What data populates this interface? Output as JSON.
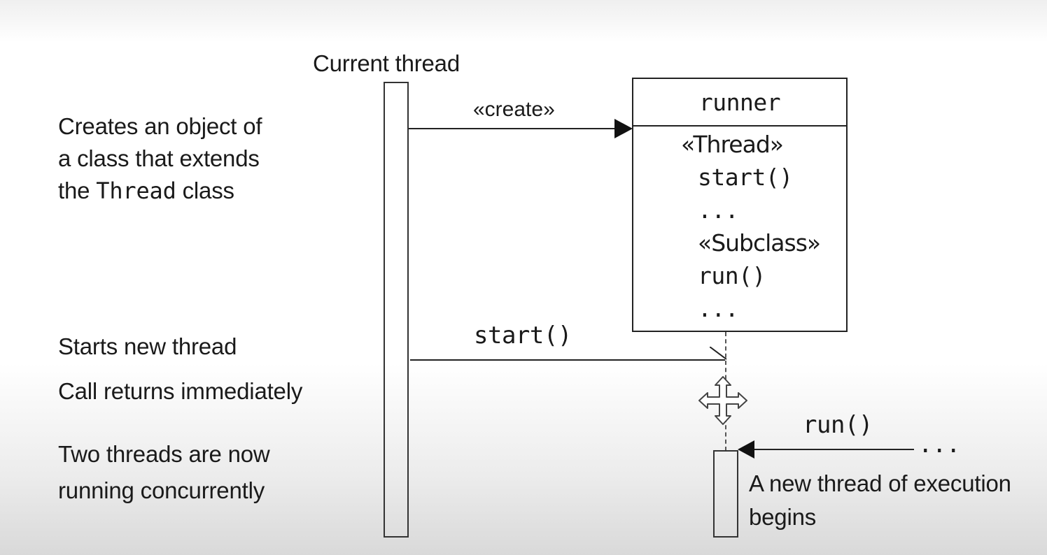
{
  "lifeline_label": "Current thread",
  "annotations": {
    "create_desc": [
      "Creates an object of",
      "a class that extends"
    ],
    "create_desc_line3_prefix": "the ",
    "create_desc_line3_code": "Thread",
    "create_desc_line3_suffix": " class",
    "starts": "Starts new thread",
    "returns": "Call returns immediately",
    "concurrent": [
      "Two threads are now",
      "running concurrently"
    ],
    "new_thread": [
      "A new thread of execution",
      "begins"
    ]
  },
  "messages": {
    "create": "«create»",
    "start": "start()",
    "run": "run()",
    "ellipsis": "..."
  },
  "object_box": {
    "name": "runner",
    "lines": [
      "«Thread»",
      "start()",
      "...",
      "«Subclass»",
      "run()",
      "..."
    ]
  },
  "cursor": "move-cursor-icon"
}
